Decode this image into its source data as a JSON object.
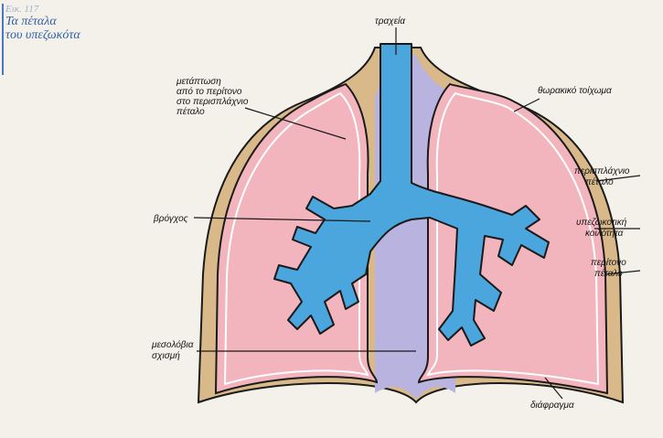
{
  "caption": {
    "figure": "Εικ. 117",
    "title_line1": "Τα πέταλα",
    "title_line2": "του υπεζωκότα"
  },
  "labels": {
    "trachea": "τραχεία",
    "transition_line1": "μετάπτωση",
    "transition_line2": "από το περίτονο",
    "transition_line3": "στο περισπλάχνιο",
    "transition_line4": "πέταλο",
    "bronchus": "βρόγχος",
    "mediastinum_line1": "μεσολόβια",
    "mediastinum_line2": "σχισμή",
    "thoracic_wall": "θωρακικό τοίχωμα",
    "visceral_line1": "περισπλάχνιο",
    "visceral_line2": "πέταλο",
    "pleural_cavity_line1": "υπεζωκοτική",
    "pleural_cavity_line2": "κοιλότητα",
    "parietal_line1": "περίτονο",
    "parietal_line2": "πέταλο",
    "diaphragm": "διάφραγμα"
  },
  "colors": {
    "thoracic_wall": "#d9b98a",
    "lung": "#f2b4bd",
    "mediastinum": "#b9b3e0",
    "airway": "#4aa6dc",
    "outline": "#1a1a1a"
  }
}
